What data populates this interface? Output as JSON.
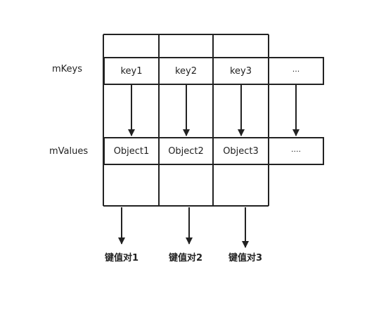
{
  "row_labels": {
    "keys": "mKeys",
    "values": "mValues"
  },
  "keys": [
    "key1",
    "key2",
    "key3",
    "..."
  ],
  "values": [
    "Object1",
    "Object2",
    "Object3",
    "...."
  ],
  "pairs": [
    "键值对1",
    "键值对2",
    "键值对3"
  ],
  "colors": {
    "line": "#222222",
    "text": "#222222",
    "background": "#ffffff"
  }
}
